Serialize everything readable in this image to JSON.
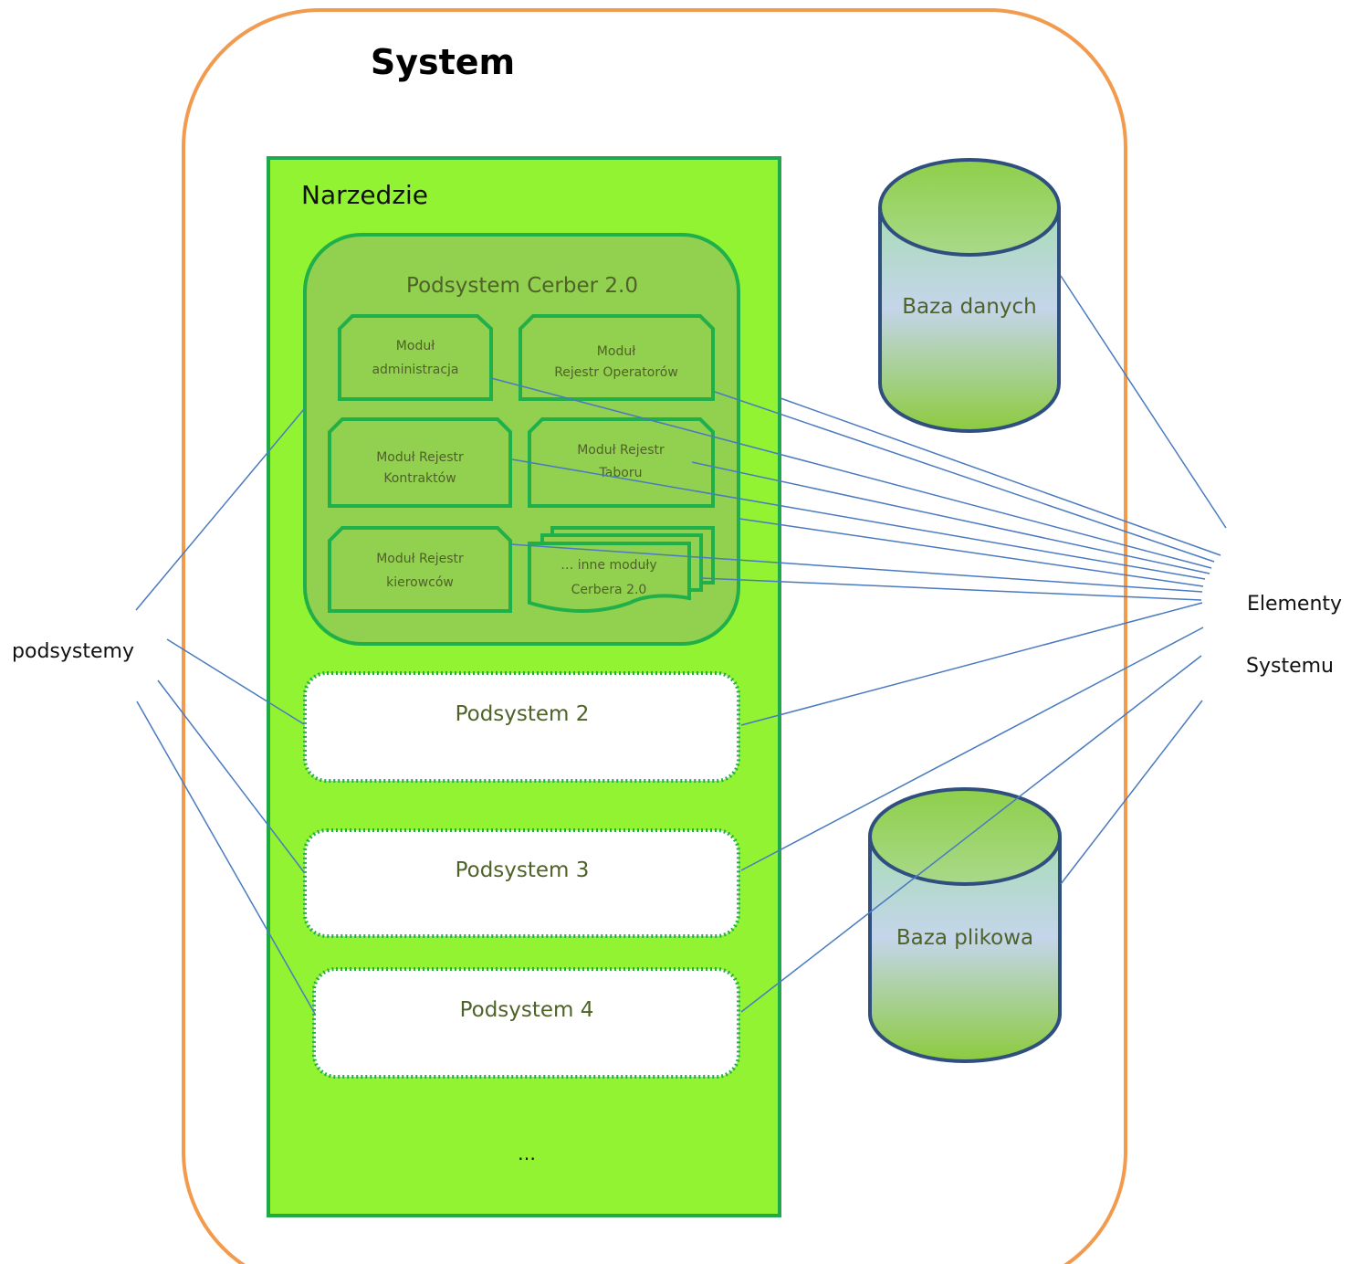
{
  "system": {
    "title": "System"
  },
  "tool": {
    "title": "Narzedzie",
    "ellipsis": "…"
  },
  "cerber": {
    "title": "Podsystem Cerber 2.0",
    "modules": {
      "admin": [
        "Moduł",
        "administracja"
      ],
      "operators": [
        "Moduł",
        "Rejestr Operatorów"
      ],
      "contracts": [
        "Moduł Rejestr",
        "Kontraktów"
      ],
      "fleet": [
        "Moduł Rejestr",
        "Taboru"
      ],
      "drivers": [
        "Moduł Rejestr",
        "kierowców"
      ],
      "other": [
        "… inne moduły",
        "Cerbera 2.0"
      ]
    }
  },
  "subsystems": {
    "s2": "Podsystem 2",
    "s3": "Podsystem 3",
    "s4": "Podsystem 4"
  },
  "databases": {
    "db": "Baza danych",
    "files": "Baza plikowa"
  },
  "labels": {
    "subsystems": "podsystemy",
    "elements_line1": "Elementy",
    "elements_line2": "Systemu"
  },
  "colors": {
    "system_border": "#F29B4E",
    "tool_fill": "#92F332",
    "tool_border": "#1FAA4A",
    "cerber_fill": "#92D050",
    "module_border": "#20B04A",
    "subsystem_text": "#4F6228",
    "db_border": "#2F4F7F",
    "connector": "#4A7AC0"
  }
}
